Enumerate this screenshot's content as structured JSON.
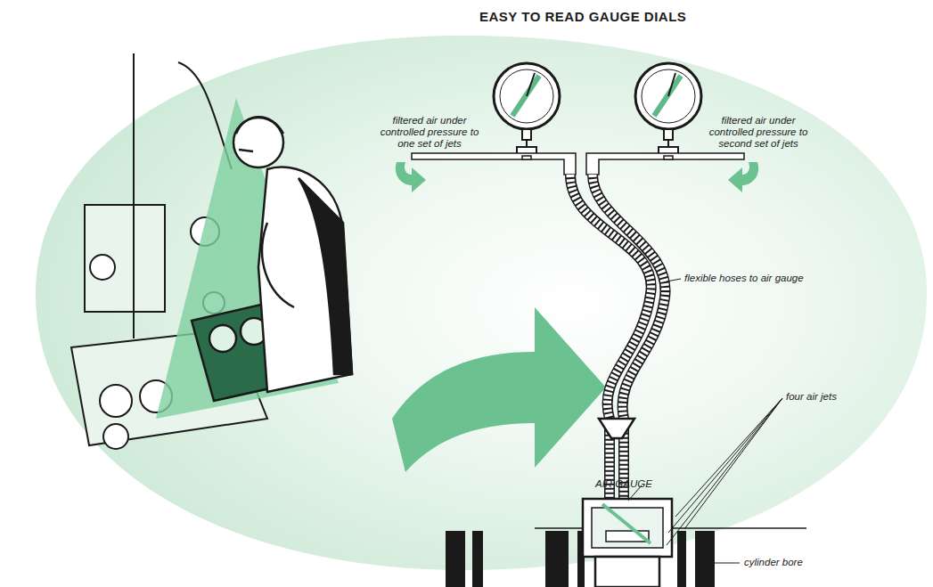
{
  "diagram": {
    "title": "EASY TO READ GAUGE DIALS",
    "labels": [
      "filtered air under controlled pressure to one set of jets",
      "filtered air under controlled pressure to second set of jets",
      "flexible hoses to air gauge",
      "four air jets",
      "AIR GAUGE",
      "cylinder bore"
    ]
  }
}
